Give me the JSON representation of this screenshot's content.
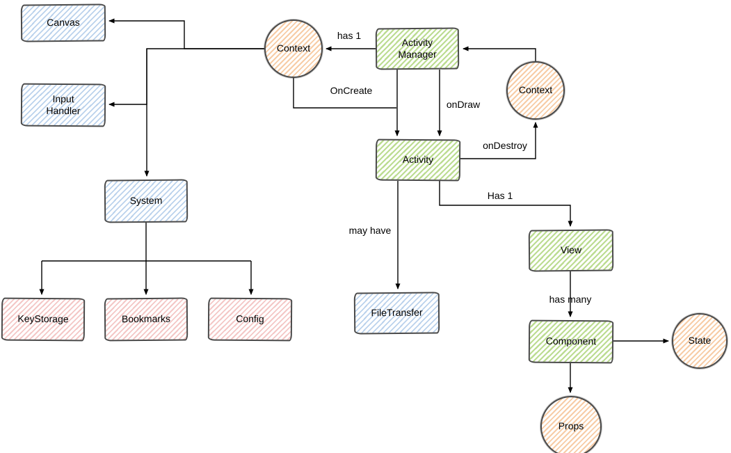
{
  "diagram": {
    "nodes": {
      "canvas": {
        "label": "Canvas",
        "shape": "rectangle",
        "fill": "blue"
      },
      "input_handler": {
        "label": "Input Handler",
        "shape": "rectangle",
        "fill": "blue"
      },
      "system": {
        "label": "System",
        "shape": "rectangle",
        "fill": "blue"
      },
      "keystorage": {
        "label": "KeyStorage",
        "shape": "rectangle",
        "fill": "red"
      },
      "bookmarks": {
        "label": "Bookmarks",
        "shape": "rectangle",
        "fill": "red"
      },
      "config": {
        "label": "Config",
        "shape": "rectangle",
        "fill": "red"
      },
      "context_left": {
        "label": "Context",
        "shape": "circle",
        "fill": "orange"
      },
      "activity_manager": {
        "label": "Activity Manager",
        "shape": "rectangle",
        "fill": "green"
      },
      "context_right": {
        "label": "Context",
        "shape": "circle",
        "fill": "orange"
      },
      "activity": {
        "label": "Activity",
        "shape": "rectangle",
        "fill": "green"
      },
      "filetransfer": {
        "label": "FileTransfer",
        "shape": "rectangle",
        "fill": "blue"
      },
      "view": {
        "label": "View",
        "shape": "rectangle",
        "fill": "green"
      },
      "component": {
        "label": "Component",
        "shape": "rectangle",
        "fill": "green"
      },
      "state": {
        "label": "State",
        "shape": "circle",
        "fill": "orange"
      },
      "props": {
        "label": "Props",
        "shape": "circle",
        "fill": "orange"
      }
    },
    "edge_labels": {
      "has_1_top": "has 1",
      "on_create": "OnCreate",
      "on_draw": "onDraw",
      "on_destroy": "onDestroy",
      "may_have": "may have",
      "has_1_right": "Has 1",
      "has_many": "has many"
    },
    "edges": [
      {
        "from": "activity_manager",
        "to": "context_left",
        "label": "has 1"
      },
      {
        "from": "context_left",
        "to": "activity",
        "label": "OnCreate"
      },
      {
        "from": "activity_manager",
        "to": "activity",
        "label": ""
      },
      {
        "from": "activity_manager",
        "to": "activity",
        "label": "onDraw"
      },
      {
        "from": "context_right",
        "to": "activity_manager",
        "label": ""
      },
      {
        "from": "activity",
        "to": "context_right",
        "label": "onDestroy"
      },
      {
        "from": "activity",
        "to": "filetransfer",
        "label": "may have"
      },
      {
        "from": "activity",
        "to": "view",
        "label": "Has 1"
      },
      {
        "from": "view",
        "to": "component",
        "label": "has many"
      },
      {
        "from": "component",
        "to": "state",
        "label": ""
      },
      {
        "from": "component",
        "to": "props",
        "label": ""
      },
      {
        "from": "context_left",
        "to": "canvas",
        "label": ""
      },
      {
        "from": "context_left",
        "to": "input_handler",
        "label": ""
      },
      {
        "from": "context_left",
        "to": "system",
        "label": ""
      },
      {
        "from": "system",
        "to": "keystorage",
        "label": ""
      },
      {
        "from": "system",
        "to": "bookmarks",
        "label": ""
      },
      {
        "from": "system",
        "to": "config",
        "label": ""
      }
    ],
    "colors": {
      "blue_fill": "#bcd7f0",
      "green_fill": "#a9d45f",
      "red_fill": "#f3b6b4",
      "orange_fill": "#f2b583",
      "node_border": "#4a4a4a",
      "edge_stroke": "#000000",
      "text": "#000000",
      "background": "#ffffff"
    }
  }
}
